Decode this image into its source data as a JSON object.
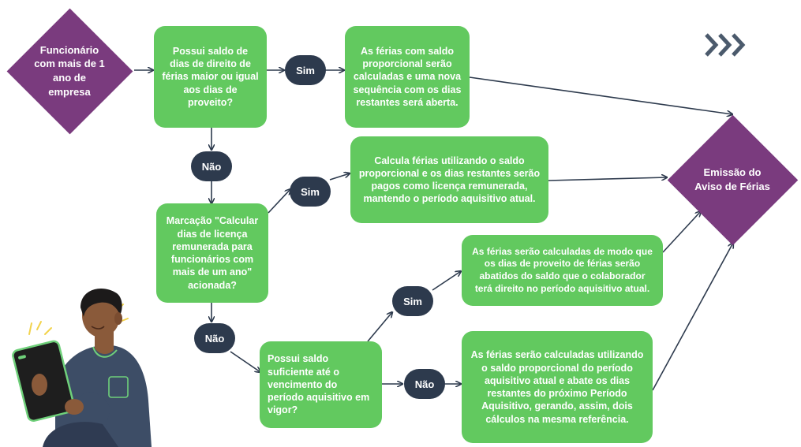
{
  "start": {
    "label": "Funcionário com mais de 1 ano de empresa"
  },
  "end": {
    "label": "Emissão do Aviso de Férias"
  },
  "q1": {
    "text": "Possui saldo de dias de direito de férias maior ou igual aos dias de proveito?"
  },
  "q2": {
    "text": "Marcação \"Calcular dias de licença remunerada para funcionários com mais de um ano\" acionada?"
  },
  "q3": {
    "text": "Possui saldo suficiente até o vencimento do período aquisitivo em vigor?"
  },
  "r1": {
    "text": "As férias com saldo proporcional serão calculadas e uma nova sequência com os dias restantes será aberta."
  },
  "r2": {
    "text": "Calcula férias utilizando o saldo proporcional e os dias restantes serão pagos como licença remunerada, mantendo o período aquisitivo atual."
  },
  "r3": {
    "text": "As férias serão calculadas de modo que os dias de proveito de férias serão abatidos do saldo que o colaborador terá direito no período aquisitivo atual."
  },
  "r4": {
    "text": "As férias serão calculadas utilizando o saldo proporcional do período aquisitivo atual e abate os dias restantes do próximo Período Aquisitivo, gerando, assim, dois cálculos na mesma referência."
  },
  "labels": {
    "yes": "Sim",
    "no": "Não"
  },
  "colors": {
    "green": "#62c95f",
    "purple": "#7a3b7e",
    "navy": "#2d3a4d",
    "arrow": "#2d3a4d"
  },
  "icons": {
    "chevrons": "triple-chevron-right-icon",
    "person": "person-with-tablet-illustration"
  }
}
